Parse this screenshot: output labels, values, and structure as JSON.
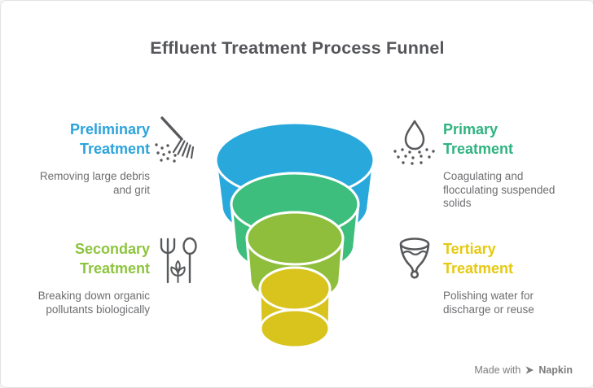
{
  "title": "Effluent Treatment Process Funnel",
  "colors": {
    "title_text": "#55565A",
    "description_text": "#6D6E71",
    "icon_stroke": "#58595C",
    "watermark_text": "#7C7C7C",
    "funnel_outline": "#FFFFFF"
  },
  "stages": [
    {
      "name_line1": "Preliminary",
      "name_line2": "Treatment",
      "desc_lines": [
        "Removing large debris",
        "and grit"
      ],
      "accent_color": "#2AA3DC",
      "funnel_color": "#29A8DC",
      "icon": "broom-sweep-icon"
    },
    {
      "name_line1": "Primary",
      "name_line2": "Treatment",
      "desc_lines": [
        "Coagulating and",
        "flocculating suspended",
        "solids"
      ],
      "accent_color": "#2FB380",
      "funnel_color": "#3DBE7C",
      "icon": "droplet-particles-icon"
    },
    {
      "name_line1": "Secondary",
      "name_line2": "Treatment",
      "desc_lines": [
        "Breaking down organic",
        "pollutants biologically"
      ],
      "accent_color": "#8DC43D",
      "funnel_color": "#8FBE3C",
      "icon": "fork-plant-spoon-icon"
    },
    {
      "name_line1": "Tertiary",
      "name_line2": "Treatment",
      "desc_lines": [
        "Polishing water for",
        "discharge or reuse"
      ],
      "accent_color": "#E6C90F",
      "funnel_color": "#D9C31D",
      "icon": "water-cup-icon"
    }
  ],
  "watermark": {
    "prefix": "Made with",
    "brand": "Napkin"
  }
}
